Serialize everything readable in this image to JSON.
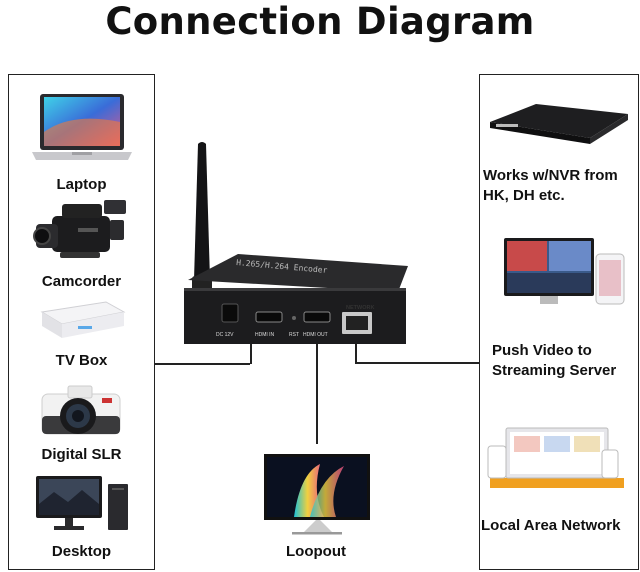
{
  "title": "Connection Diagram",
  "left_devices": [
    {
      "label": "Laptop",
      "icon": "laptop-icon"
    },
    {
      "label": "Camcorder",
      "icon": "camcorder-icon"
    },
    {
      "label": "TV Box",
      "icon": "tv-box-icon"
    },
    {
      "label": "Digital SLR",
      "icon": "dslr-camera-icon"
    },
    {
      "label": "Desktop",
      "icon": "desktop-computer-icon"
    }
  ],
  "right_devices": [
    {
      "label_lines": [
        "Works w/NVR from",
        "HK, DH etc."
      ],
      "icon": "nvr-recorder-icon"
    },
    {
      "label_lines": [
        "Push Video to",
        "Streaming Server"
      ],
      "icon": "streaming-screens-icon"
    },
    {
      "label_lines": [
        "Local Area Network"
      ],
      "icon": "lan-devices-icon"
    }
  ],
  "bottom_device": {
    "label": "Loopout",
    "icon": "monitor-icon"
  },
  "encoder": {
    "top_text": "H.265/H.264 Encoder",
    "ports": {
      "power": "DC 12V",
      "hdmi_in": "HDMI IN",
      "reset": "RST",
      "hdmi_out": "HDMI OUT",
      "network": "NETWORK"
    }
  },
  "colors": {
    "line": "#222222",
    "device": "#1c1c1e",
    "accent_orange": "#f0a020"
  }
}
